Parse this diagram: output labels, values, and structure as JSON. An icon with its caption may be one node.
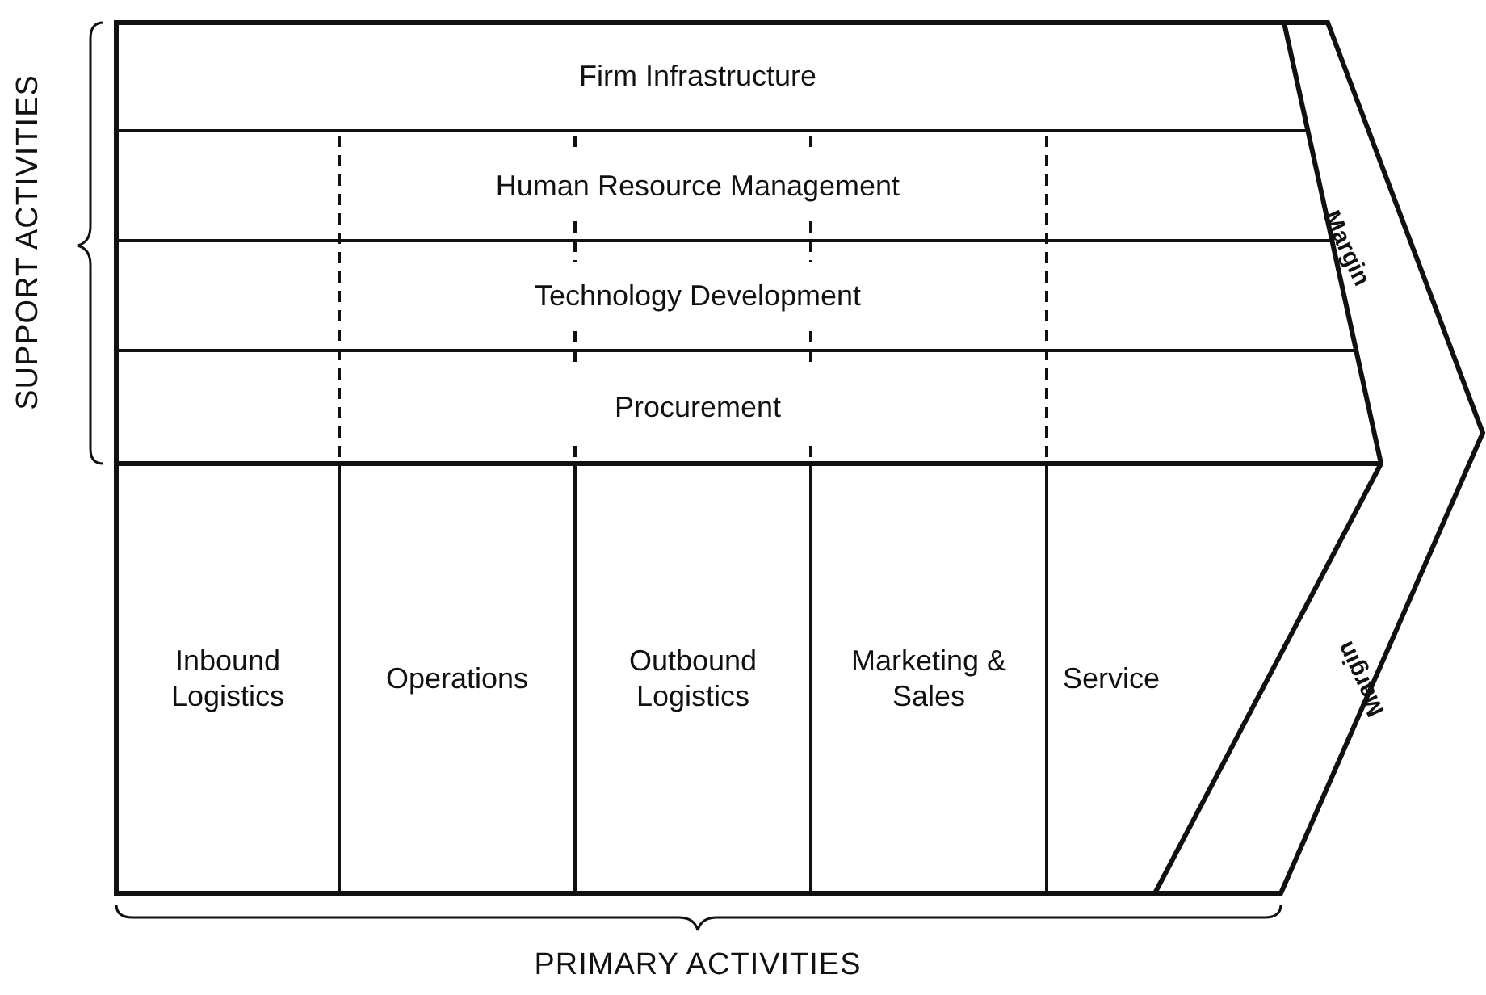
{
  "diagram": {
    "nodes": [
      {
        "text": [
          "Firm Infrastructure"
        ]
      },
      {
        "text": [
          "Human Resource Management"
        ]
      },
      {
        "text": [
          "Technology Development"
        ]
      },
      {
        "text": [
          "Procurement"
        ]
      },
      {
        "text": [
          "Inbound Logistics"
        ]
      },
      {
        "text": [
          "Operations"
        ]
      },
      {
        "text": [
          "Outbound Logistics"
        ]
      },
      {
        "text": [
          "Marketing & Sales"
        ]
      },
      {
        "text": [
          "Service"
        ]
      },
      {
        "text": [
          "Margin"
        ]
      },
      {
        "text": [
          "Margin"
        ]
      }
    ],
    "labels": [
      "SUPPORT ACTIVITIES",
      "PRIMARY ACTIVITIES"
    ]
  }
}
